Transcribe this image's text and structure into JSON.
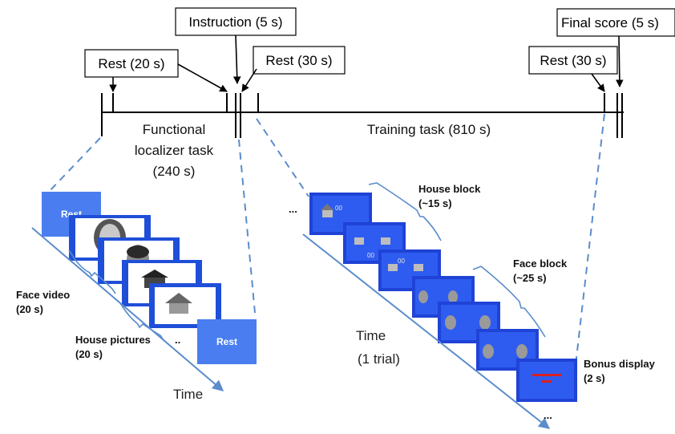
{
  "timeline": {
    "boxes": {
      "rest1": "Rest (20 s)",
      "instruction": "Instruction (5 s)",
      "rest2": "Rest (30 s)",
      "rest3": "Rest (30 s)",
      "final": "Final score (5 s)"
    },
    "localizer": [
      "Functional",
      "localizer task",
      "(240 s)"
    ],
    "training": "Training task (810 s)"
  },
  "localizer_detail": {
    "rest_start": "Rest",
    "rest_end": "Rest",
    "face_video": [
      "Face video",
      "(20 s)"
    ],
    "house_pictures": [
      "House pictures",
      "(20 s)"
    ],
    "ellipsis": "..",
    "time": "Time"
  },
  "training_detail": {
    "house_block": [
      "House block",
      "(~15 s)"
    ],
    "face_block": [
      "Face block",
      "(~25 s)"
    ],
    "bonus_display": [
      "Bonus display",
      "(2 s)"
    ],
    "time": [
      "Time",
      "(1 trial)"
    ],
    "ellipsis_top": "...",
    "ellipsis_bottom": "...",
    "score_marks": "00"
  },
  "colors": {
    "line": "#000000",
    "axis_blue": "#5b8ccc",
    "screen_blue": "#1f43d6",
    "screen_inner": "#2f5cf0",
    "rest_blue": "#4a7ef0"
  }
}
